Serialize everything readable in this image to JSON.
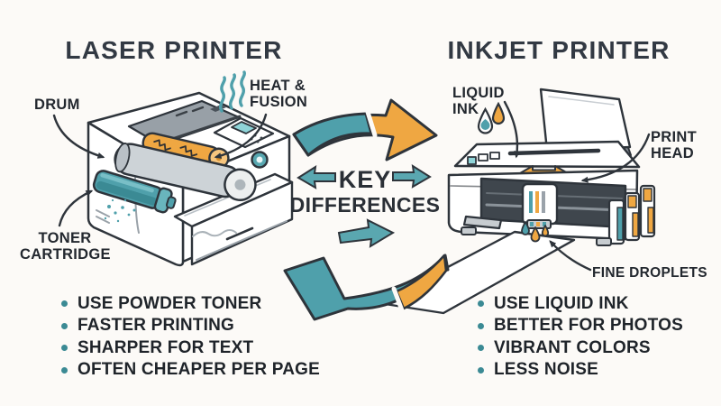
{
  "scene": {
    "background": "#fcfaf7"
  },
  "palette": {
    "teal": "#4fa0ab",
    "teal_dark": "#3b8a94",
    "teal_light": "#8fd4d8",
    "orange": "#efa742",
    "outline": "#2e343b",
    "text": "#20252b",
    "gray": "#9aa2aa"
  },
  "laser": {
    "title": "LASER PRINTER",
    "labels": {
      "drum": "DRUM",
      "heat_line1": "HEAT &",
      "heat_line2": "FUSION",
      "toner_line1": "TONER",
      "toner_line2": "CARTRIDGE"
    },
    "bullets": [
      "USE POWDER TONER",
      "FASTER PRINTING",
      "SHARPER FOR TEXT",
      "OFTEN CHEAPER PER PAGE"
    ]
  },
  "inkjet": {
    "title": "INKJET PRINTER",
    "labels": {
      "ink_line1": "LIQUID",
      "ink_line2": "INK",
      "head_line1": "PRINT",
      "head_line2": "HEAD",
      "droplets": "FINE DROPLETS"
    },
    "bullets": [
      "USE LIQUID INK",
      "BETTER FOR PHOTOS",
      "VIBRANT COLORS",
      "LESS NOISE"
    ]
  },
  "center": {
    "line1": "KEY",
    "line2": "DIFFERENCES"
  }
}
